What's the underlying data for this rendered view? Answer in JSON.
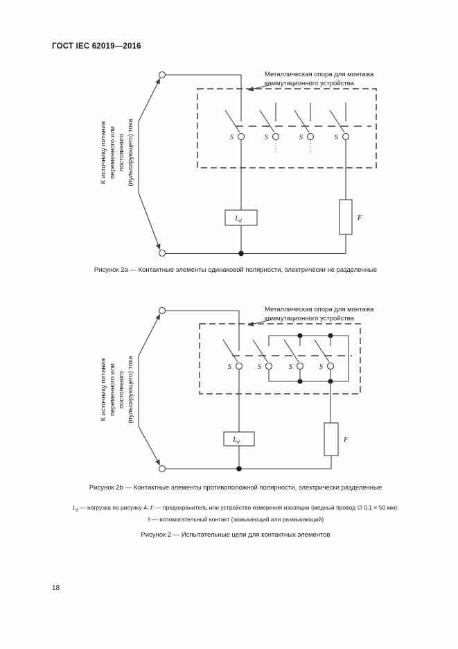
{
  "header": {
    "title": "ГОСТ IEC 62019—2016"
  },
  "figure2a": {
    "support_label": [
      "Металлическая опора для монтажа",
      "коммутационного устройства"
    ],
    "source_label": [
      "К источнику питания",
      "переменного или",
      "постоянного",
      "(пульсирующего) тока"
    ],
    "switch_label": "S",
    "load_label": "L",
    "load_sub": "d",
    "fuse_label": "F",
    "caption": "Рисунок 2а — Контактные элементы одинаковой полярности, электрически не разделенные"
  },
  "figure2b": {
    "support_label": [
      "Металлическая опора для монтажа",
      "коммутационного устройства"
    ],
    "source_label": [
      "К источнику питания",
      "переменного или",
      "постоянного",
      "(пульсирующего) тока"
    ],
    "switch_label": "S",
    "load_label": "L",
    "load_sub": "d",
    "fuse_label": "F",
    "caption": "Рисунок 2b — Контактные элементы противоположной полярности, электрически разделенные"
  },
  "legend": {
    "load_symbol": "L",
    "load_sub": "d",
    "load_text": " — нагрузка по рисунку 4; ",
    "fuse_symbol": "F",
    "fuse_text": " — предохранитель или устройство измерения изоляции (медный провод ∅ 0,1 × 50 мм);",
    "aux_symbol": "S",
    "aux_text": " — вспомогательный контакт (замыкающий или размыкающий)"
  },
  "figure2_caption": "Рисунок 2 — Испытательные цепи для контактных элементов",
  "page_number": "18"
}
